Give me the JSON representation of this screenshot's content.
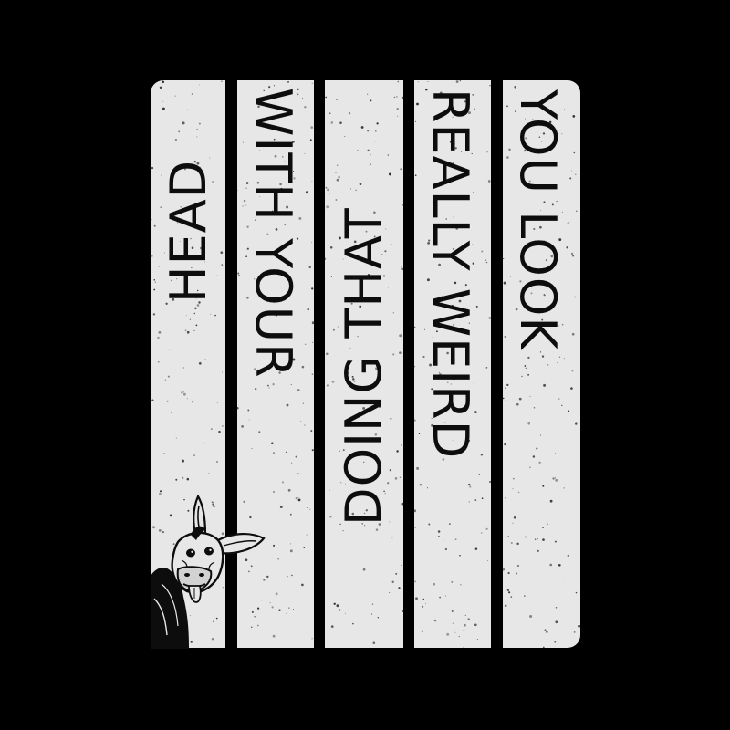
{
  "colors": {
    "background": "#000000",
    "panel": "#e7e7e7",
    "ink": "#0d0d0d"
  },
  "columns": [
    {
      "text": "HEAD",
      "direction": "bottom-to-top"
    },
    {
      "text": "WITH YOUR",
      "direction": "top-to-bottom"
    },
    {
      "text": "DOING THAT",
      "direction": "bottom-to-top"
    },
    {
      "text": "REALLY WEIRD",
      "direction": "top-to-bottom"
    },
    {
      "text": "YOU LOOK",
      "direction": "top-to-bottom"
    }
  ],
  "illustration": {
    "icon": "donkey-peeking-icon"
  }
}
